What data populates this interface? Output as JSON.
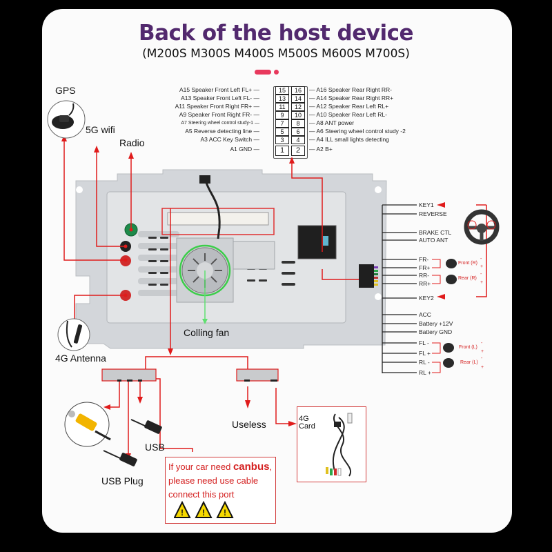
{
  "header": {
    "title": "Back of the host device",
    "subtitle": "(M200S M300S M400S M500S M600S M700S)",
    "accent_color": "#e8395d",
    "title_color": "#52296e"
  },
  "pin_connector": {
    "left_pins": [
      {
        "code": "A15",
        "label": "Speaker Front Left FL+",
        "num": "15"
      },
      {
        "code": "A13",
        "label": "Speaker Front Left FL-",
        "num": "13"
      },
      {
        "code": "A11",
        "label": "Speaker Front Right FR+",
        "num": "11"
      },
      {
        "code": "A9",
        "label": "Speaker Front Right FR-",
        "num": "9"
      },
      {
        "code": "A7",
        "label": "Steering wheel control study-1",
        "num": "7"
      },
      {
        "code": "A5",
        "label": "Reverse detecting line",
        "num": "5"
      },
      {
        "code": "A3",
        "label": "ACC Key Switch",
        "num": "3"
      },
      {
        "code": "A1",
        "label": "GND",
        "num": "1"
      }
    ],
    "right_pins": [
      {
        "code": "A16",
        "label": "Speaker Rear Right RR-",
        "num": "16"
      },
      {
        "code": "A14",
        "label": "Speaker Rear Right RR+",
        "num": "14"
      },
      {
        "code": "A12",
        "label": "Speaker Rear Left RL+",
        "num": "12"
      },
      {
        "code": "A10",
        "label": "Speaker Rear Left RL-",
        "num": "10"
      },
      {
        "code": "A8",
        "label": "ANT power",
        "num": "8"
      },
      {
        "code": "A6",
        "label": "Steering wheel control study -2",
        "num": "6"
      },
      {
        "code": "A4",
        "label": "ILL small lights detecting",
        "num": "4"
      },
      {
        "code": "A2",
        "label": "B+",
        "num": "2"
      }
    ]
  },
  "antennas": {
    "gps": "GPS",
    "wifi": "5G wifi",
    "radio": "Radio",
    "antenna_4g": "4G Antenna"
  },
  "fan_label": "Colling fan",
  "harness_wires": {
    "group1": [
      "KEY1",
      "REVERSE"
    ],
    "group2": [
      "BRAKE CTL",
      "AUTO ANT"
    ],
    "group3": [
      "FR-",
      "FR+",
      "RR-",
      "RR+"
    ],
    "group4": [
      "KEY2"
    ],
    "group5": [
      "ACC",
      "Battery +12V",
      "Battery GND"
    ],
    "group6": [
      "FL -",
      "FL +",
      "RL -",
      "RL +"
    ]
  },
  "speakers": {
    "front_r": "Front (R)",
    "rear_r": "Rear (R)",
    "front_l": "Front (L)",
    "rear_l": "Rear (L)",
    "minus": "-",
    "plus": "+"
  },
  "bottom": {
    "usb": "USB",
    "usb_plug": "USB Plug",
    "useless": "Useless",
    "card_4g_line1": "4G",
    "card_4g_line2": "Card"
  },
  "canbus_note": {
    "line1_prefix": "If your car need ",
    "line1_bold": "canbus",
    "line1_suffix": ",",
    "line2": "please need use cable",
    "line3": "connect this port",
    "warning_icon_count": 3
  }
}
